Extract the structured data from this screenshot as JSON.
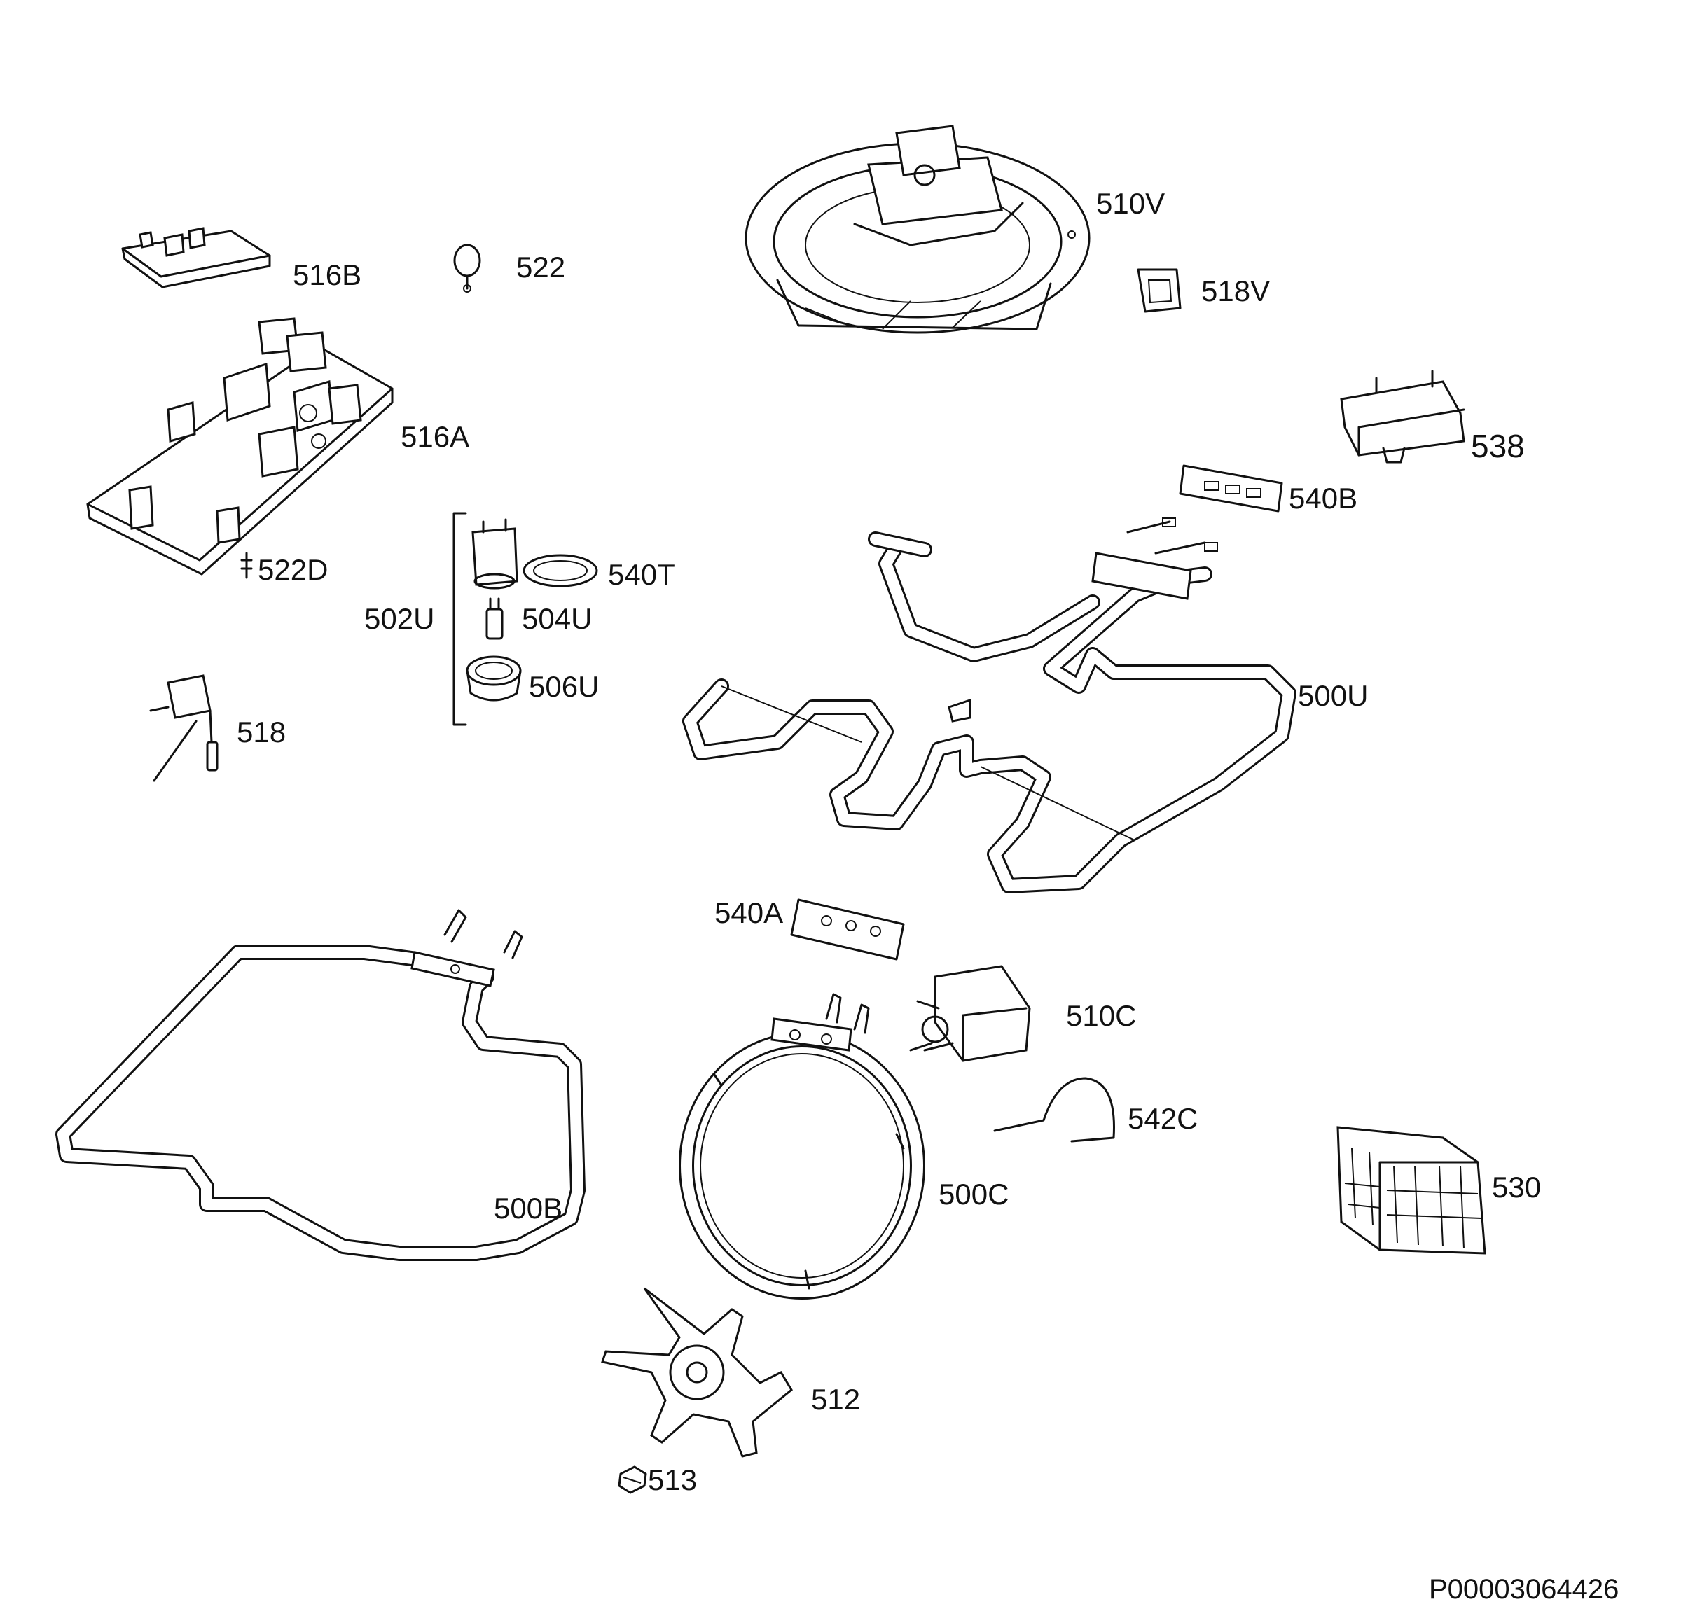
{
  "labels": {
    "p510V": "510V",
    "p516B": "516B",
    "p522": "522",
    "p518V": "518V",
    "p516A": "516A",
    "p538": "538",
    "p540B": "540B",
    "p522D": "522D",
    "p540T": "540T",
    "p502U": "502U",
    "p504U": "504U",
    "p506U": "506U",
    "p500U": "500U",
    "p518": "518",
    "p540A": "540A",
    "p510C": "510C",
    "p542C": "542C",
    "p530": "530",
    "p500B": "500B",
    "p500C": "500C",
    "p512": "512",
    "p513": "513"
  },
  "document_id": "P00003064426"
}
